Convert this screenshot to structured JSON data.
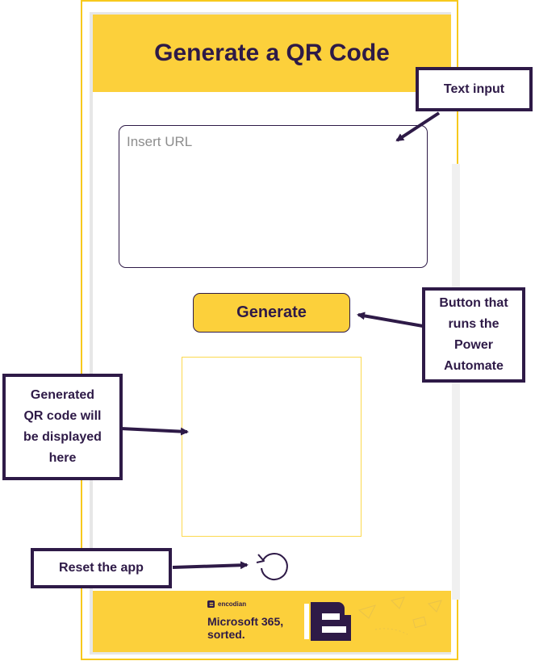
{
  "app": {
    "title": "Generate a QR Code",
    "url_placeholder": "Insert URL",
    "generate_label": "Generate",
    "footer": {
      "brand": "encodian",
      "tagline": "Microsoft 365, sorted."
    }
  },
  "callouts": {
    "text_input": "Text input",
    "button": "Button that\nruns the\nPower\nAutomate",
    "qr": "Generated\nQR code will\nbe displayed\nhere",
    "reset": "Reset the app"
  },
  "colors": {
    "accent": "#fcd03b",
    "ink": "#2e1a47",
    "frame": "#f7c91c"
  },
  "icons": {
    "reset": "reset-icon",
    "arrow": "arrow-icon"
  }
}
